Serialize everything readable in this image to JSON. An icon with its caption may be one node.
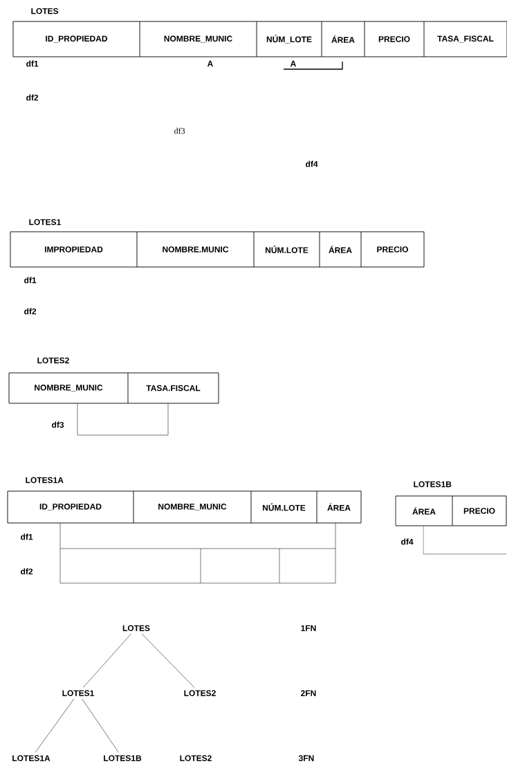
{
  "diagram": {
    "nodes": [
      {
        "text": [
          "LOTES"
        ]
      },
      {
        "text": [
          "ID_PROPIEDAD"
        ],
        "in": 0
      },
      {
        "text": [
          "NOMBRE_MUNIC"
        ],
        "in": 0
      },
      {
        "text": [
          "NÚM_LOTE"
        ],
        "in": 0
      },
      {
        "text": [
          "ÁREA"
        ],
        "in": 0
      },
      {
        "text": [
          "PRECIO"
        ],
        "in": 0
      },
      {
        "text": [
          "TASA_FISCAL"
        ],
        "in": 0
      },
      {
        "text": [
          "LOTES1"
        ]
      },
      {
        "text": [
          "IMPROPIEDAD"
        ],
        "in": 7
      },
      {
        "text": [
          "NOMBRE.MUNIC"
        ],
        "in": 7
      },
      {
        "text": [
          "NÚM.LOTE"
        ],
        "in": 7
      },
      {
        "text": [
          "ÁREA"
        ],
        "in": 7
      },
      {
        "text": [
          "PRECIO"
        ],
        "in": 7
      },
      {
        "text": [
          "LOTES2"
        ]
      },
      {
        "text": [
          "NOMBRE_MUNIC"
        ],
        "in": 13
      },
      {
        "text": [
          "TASA.FISCAL"
        ],
        "in": 13
      },
      {
        "text": [
          "LOTES1A"
        ]
      },
      {
        "text": [
          "ID_PROPIEDAD"
        ],
        "in": 16
      },
      {
        "text": [
          "NOMBRE_MUNIC"
        ],
        "in": 16
      },
      {
        "text": [
          "NÚM.LOTE"
        ],
        "in": 16
      },
      {
        "text": [
          "ÁREA"
        ],
        "in": 16
      },
      {
        "text": [
          "LOTES1B"
        ]
      },
      {
        "text": [
          "ÁREA"
        ],
        "in": 21
      },
      {
        "text": [
          "PRECIO"
        ],
        "in": 21
      },
      {
        "text": [
          "LOTES"
        ]
      },
      {
        "text": [
          "LOTES1"
        ]
      },
      {
        "text": [
          "LOTES2"
        ]
      },
      {
        "text": [
          "LOTES1A"
        ]
      },
      {
        "text": [
          "LOTES1B"
        ]
      }
    ],
    "edges": [
      {
        "from": 24,
        "to": 25,
        "arrow": "none"
      },
      {
        "from": 24,
        "to": 26,
        "arrow": "none"
      },
      {
        "from": 25,
        "to": 27,
        "arrow": "none"
      },
      {
        "from": 25,
        "to": 28,
        "arrow": "none"
      }
    ],
    "labels": [
      "df1",
      "A",
      "A",
      "df2",
      "df3",
      "df4",
      "df1",
      "df2",
      "df3",
      "df1",
      "df2",
      "df4",
      "1FN",
      "2FN",
      "LOTES2",
      "3FN"
    ]
  }
}
